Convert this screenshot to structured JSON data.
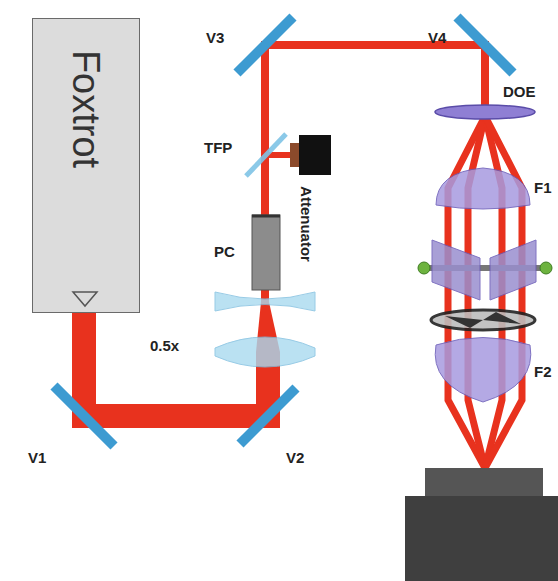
{
  "diagram": {
    "nodes": [
      {
        "text": [
          "Foxtrot"
        ]
      }
    ],
    "labels": [
      "V1",
      "V2",
      "0.5x",
      "PC",
      "TFP",
      "Attenuator",
      "V3",
      "V4",
      "DOE",
      "F1",
      "F2"
    ]
  }
}
